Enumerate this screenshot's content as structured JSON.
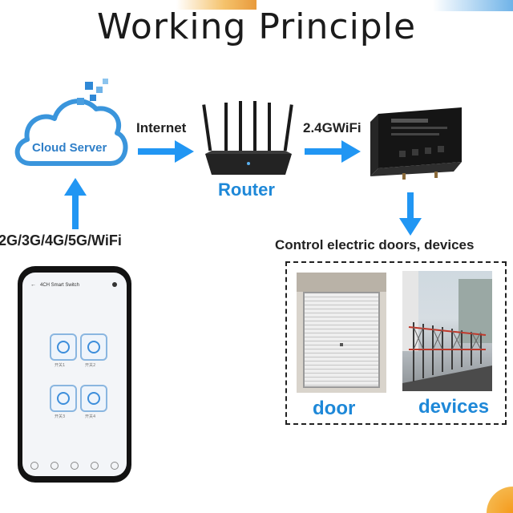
{
  "title": "Working Principle",
  "cloud": {
    "label": "Cloud Server"
  },
  "labels": {
    "internet": "Internet",
    "wifi": "2.4GWiFi",
    "router": "Router",
    "networks": "2G/3G/4G/5G/WiFi",
    "control": "Control electric doors, devices",
    "door": "door",
    "devices": "devices"
  },
  "phone": {
    "app_title": "4CH Smart Switch",
    "buttons": [
      "开关1",
      "开关2",
      "开关3",
      "开关4"
    ]
  },
  "colors": {
    "accent": "#1e88d8",
    "arrow": "#2196f3",
    "cloud": "#3a95dc",
    "text": "#222222"
  },
  "icons": [
    "cloud-icon",
    "router-icon",
    "relay-module-icon",
    "phone-icon",
    "power-icon",
    "arrow-icon"
  ]
}
